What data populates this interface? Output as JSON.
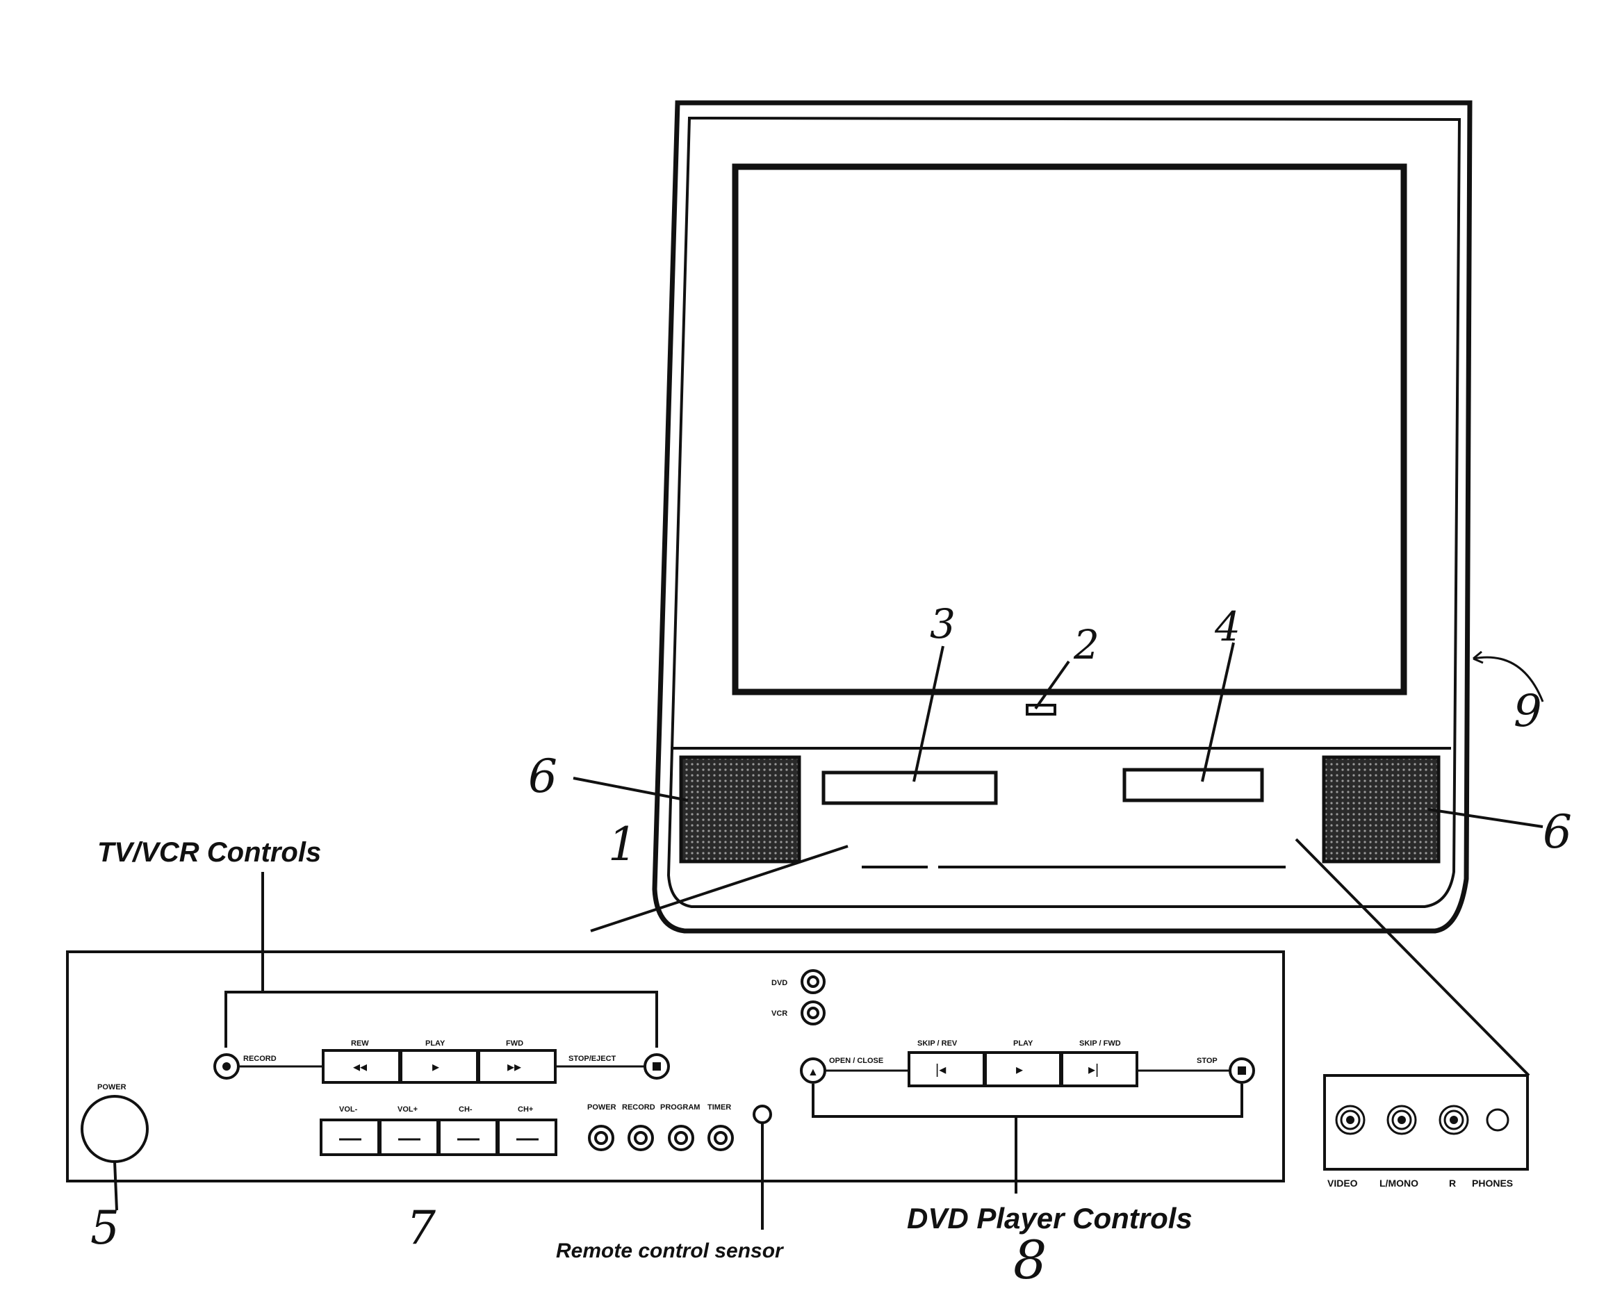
{
  "callouts": {
    "n1": "1",
    "n2": "2",
    "n3": "3",
    "n4": "4",
    "n5": "5",
    "n6_left": "6",
    "n6_right": "6",
    "n7": "7",
    "n8": "8",
    "n9": "9"
  },
  "headings": {
    "tv_vcr": "TV/VCR Controls",
    "dvd": "DVD Player Controls",
    "remote_sensor": "Remote control sensor"
  },
  "panel": {
    "power": "POWER",
    "record": "RECORD",
    "rew": "REW",
    "play": "PLAY",
    "fwd": "FWD",
    "stop_eject": "STOP/EJECT",
    "vol_minus": "VOL-",
    "vol_plus": "VOL+",
    "ch_minus": "CH-",
    "ch_plus": "CH+",
    "ind_power": "POWER",
    "ind_record": "RECORD",
    "ind_program": "PROGRAM",
    "ind_timer": "TIMER",
    "dvd_sel": "DVD",
    "vcr_sel": "VCR",
    "open_close": "OPEN / CLOSE",
    "skip_rev": "SKIP / REV",
    "dvd_play": "PLAY",
    "skip_fwd": "SKIP / FWD",
    "stop": "STOP"
  },
  "side_panel": {
    "video": "VIDEO",
    "lmono": "L/MONO",
    "r": "R",
    "phones": "PHONES"
  }
}
